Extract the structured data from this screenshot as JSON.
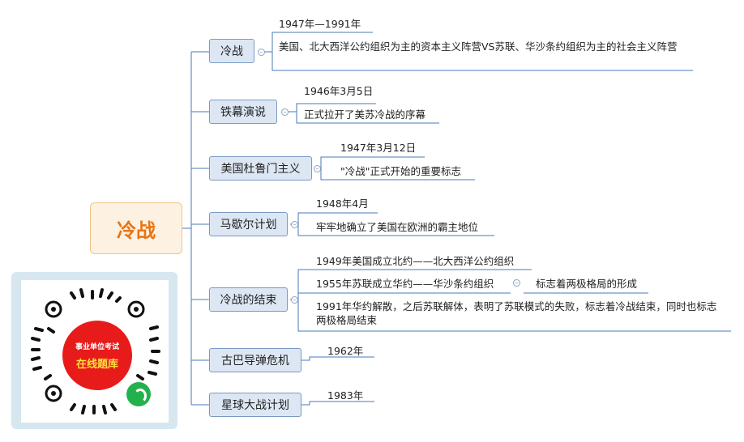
{
  "root": {
    "label": "冷战"
  },
  "branches": [
    {
      "label": "冷战",
      "leaves": [
        "1947年—1991年",
        "美国、北大西洋公约组织为主的资本主义阵营VS苏联、华沙条约组织为主的社会主义阵营"
      ]
    },
    {
      "label": "铁幕演说",
      "leaves": [
        "1946年3月5日",
        "正式拉开了美苏冷战的序幕"
      ]
    },
    {
      "label": "美国杜鲁门主义",
      "leaves": [
        "1947年3月12日",
        "\"冷战\"正式开始的重要标志"
      ]
    },
    {
      "label": "马歇尔计划",
      "leaves": [
        "1948年4月",
        "牢牢地确立了美国在欧洲的霸主地位"
      ]
    },
    {
      "label": "冷战的结束",
      "leaves": [
        "1949年美国成立北约——北大西洋公约组织",
        "1955年苏联成立华约——华沙条约组织",
        "1991年华约解散，之后苏联解体，表明了苏联模式的失败，标志着冷战结束，同时也标志两极格局结束"
      ],
      "sub_leaf": "标志着两极格局的形成"
    },
    {
      "label": "古巴导弹危机",
      "leaves": [
        "1962年"
      ]
    },
    {
      "label": "星球大战计划",
      "leaves": [
        "1983年"
      ]
    }
  ],
  "qr": {
    "line1": "事业单位考试",
    "line2": "在线题库"
  },
  "colors": {
    "root_text": "#e87412",
    "root_fill": "#fdf1e1",
    "branch_fill": "#dde7f4",
    "line": "#4a78b8"
  }
}
